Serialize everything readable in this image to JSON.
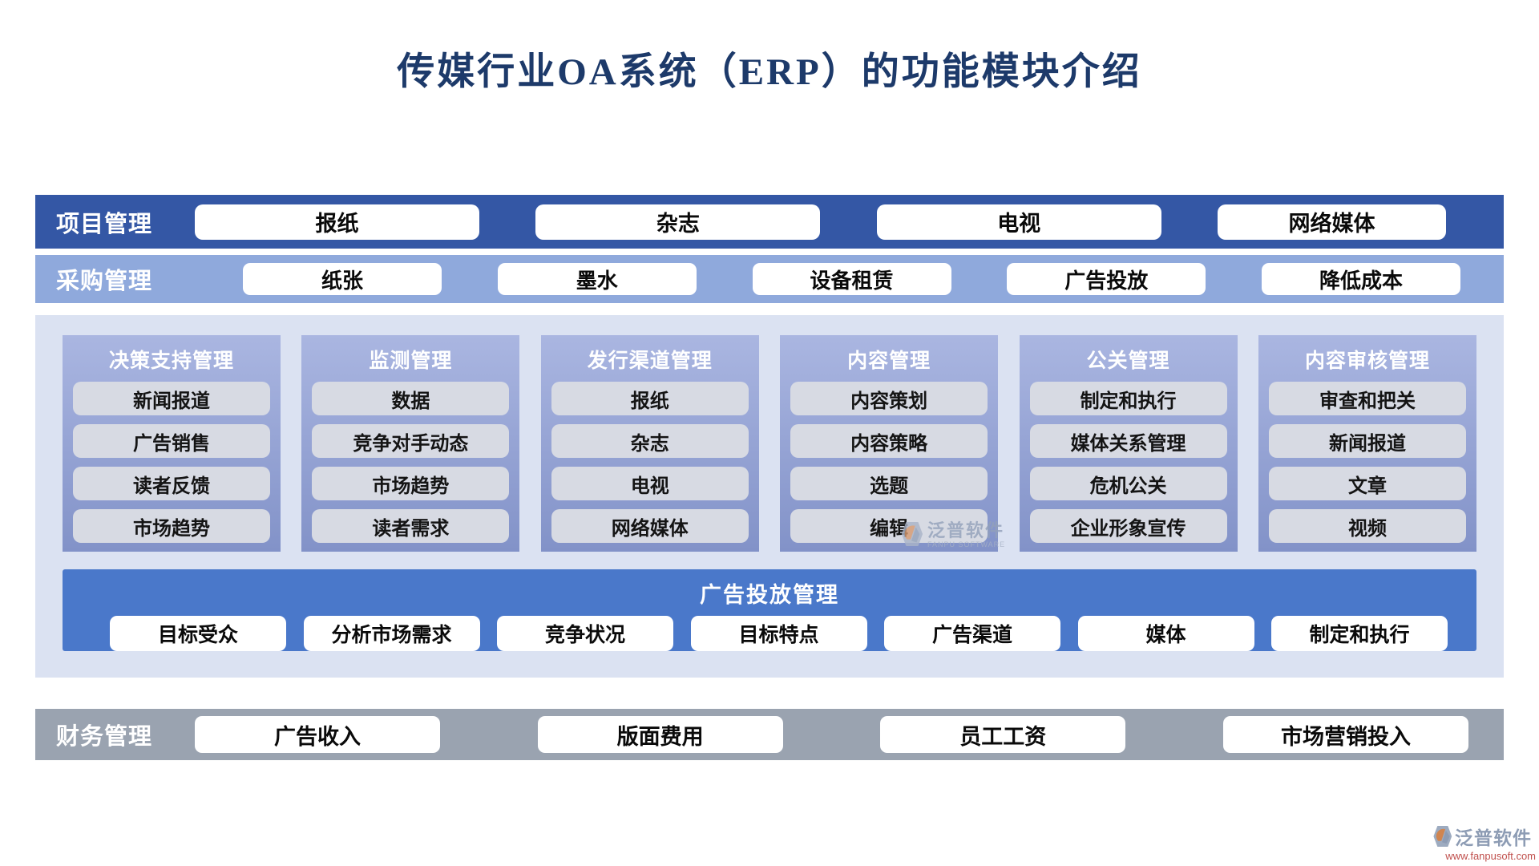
{
  "title": "传媒行业OA系统（ERP）的功能模块介绍",
  "bands": {
    "project": {
      "label": "项目管理",
      "items": [
        "报纸",
        "杂志",
        "电视",
        "网络媒体"
      ]
    },
    "purchase": {
      "label": "采购管理",
      "items": [
        "纸张",
        "墨水",
        "设备租赁",
        "广告投放",
        "降低成本"
      ]
    },
    "finance": {
      "label": "财务管理",
      "items": [
        "广告收入",
        "版面费用",
        "员工工资",
        "市场营销投入"
      ]
    }
  },
  "columns": [
    {
      "title": "决策支持管理",
      "items": [
        "新闻报道",
        "广告销售",
        "读者反馈",
        "市场趋势"
      ]
    },
    {
      "title": "监测管理",
      "items": [
        "数据",
        "竞争对手动态",
        "市场趋势",
        "读者需求"
      ]
    },
    {
      "title": "发行渠道管理",
      "items": [
        "报纸",
        "杂志",
        "电视",
        "网络媒体"
      ]
    },
    {
      "title": "内容管理",
      "items": [
        "内容策划",
        "内容策略",
        "选题",
        "编辑"
      ]
    },
    {
      "title": "公关管理",
      "items": [
        "制定和执行",
        "媒体关系管理",
        "危机公关",
        "企业形象宣传"
      ]
    },
    {
      "title": "内容审核管理",
      "items": [
        "审查和把关",
        "新闻报道",
        "文章",
        "视频"
      ]
    }
  ],
  "ad_band": {
    "title": "广告投放管理",
    "items": [
      "目标受众",
      "分析市场需求",
      "竞争状况",
      "目标特点",
      "广告渠道",
      "媒体",
      "制定和执行"
    ]
  },
  "watermark": {
    "name": "泛普软件",
    "subtitle": "FANPU SOFTWARE"
  },
  "logo": {
    "name": "泛普软件",
    "url": "www.fanpusoft.com"
  },
  "colors": {
    "title_navy": "#1d3a6a",
    "band_dark_blue": "#3457a5",
    "band_light_blue": "#8fa9dc",
    "panel_bg": "#dbe2f2",
    "column_top": "#aab6e1",
    "column_bottom": "#8292c8",
    "cell_bg": "#d7dae3",
    "ad_band_blue": "#4a78ca",
    "finance_gray": "#9aa3b0",
    "logo_gray_blue": "#8d9cb4",
    "logo_orange_red": "#c0504d"
  }
}
